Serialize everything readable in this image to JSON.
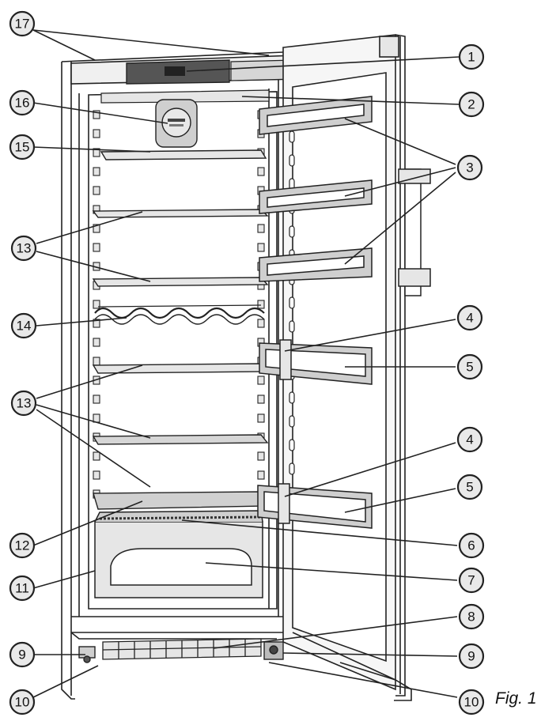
{
  "figure": {
    "caption": "Fig. 1"
  },
  "callouts": [
    {
      "id": "c17",
      "label": "17"
    },
    {
      "id": "c1",
      "label": "1"
    },
    {
      "id": "c16",
      "label": "16"
    },
    {
      "id": "c2",
      "label": "2"
    },
    {
      "id": "c15",
      "label": "15"
    },
    {
      "id": "c3",
      "label": "3"
    },
    {
      "id": "c13a",
      "label": "13"
    },
    {
      "id": "c14",
      "label": "14"
    },
    {
      "id": "c4a",
      "label": "4"
    },
    {
      "id": "c5a",
      "label": "5"
    },
    {
      "id": "c13b",
      "label": "13"
    },
    {
      "id": "c4b",
      "label": "4"
    },
    {
      "id": "c5b",
      "label": "5"
    },
    {
      "id": "c12",
      "label": "12"
    },
    {
      "id": "c6",
      "label": "6"
    },
    {
      "id": "c11",
      "label": "11"
    },
    {
      "id": "c7",
      "label": "7"
    },
    {
      "id": "c8",
      "label": "8"
    },
    {
      "id": "c9a",
      "label": "9"
    },
    {
      "id": "c9b",
      "label": "9"
    },
    {
      "id": "c10a",
      "label": "10"
    },
    {
      "id": "c10b",
      "label": "10"
    }
  ],
  "colors": {
    "line": "#222222",
    "fill_light": "#e6e6e6",
    "fill_mid": "#c8c8c8",
    "fill_dark": "#555555"
  }
}
